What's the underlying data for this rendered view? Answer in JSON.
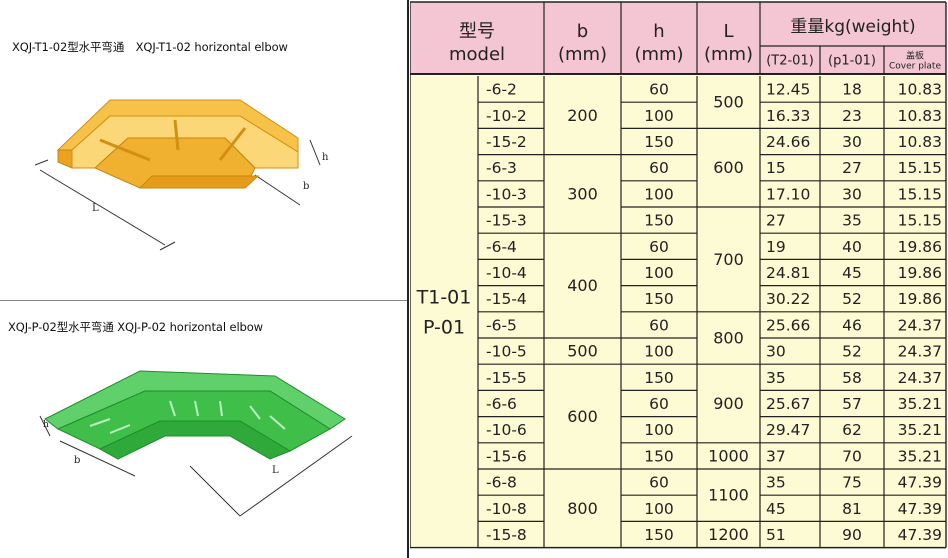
{
  "captions": {
    "elbow1": "XQJ-T1-02型水平弯通　XQJ-T1-02 horizontal elbow",
    "elbow2": "XQJ-P-02型水平弯通 XQJ-P-02 horizontal elbow"
  },
  "drawing_labels": {
    "h": "h",
    "b": "b",
    "L": "L"
  },
  "colors": {
    "header_bg": "#f4c6d4",
    "body_bg": "#fdfbd4",
    "tray1": "#f2b53a",
    "tray2": "#3fbf4a",
    "grid": "#222222"
  },
  "header": {
    "model_cn": "型号",
    "model_en": "model",
    "b": "b",
    "h": "h",
    "L": "L",
    "unit": "(mm)",
    "weight": "重量kg(weight)",
    "sub": [
      "(T2-01)",
      "(p1-01)"
    ],
    "cover_cn": "盖板",
    "cover_en": "Cover plate"
  },
  "series": [
    "T1-01",
    "P-01"
  ],
  "rows": [
    {
      "code": "-6-2",
      "h": "60",
      "t2": "12.45",
      "p1": "18",
      "cover": "10.83"
    },
    {
      "code": "-10-2",
      "h": "100",
      "t2": "16.33",
      "p1": "23",
      "cover": "10.83"
    },
    {
      "code": "-15-2",
      "h": "150",
      "t2": "24.66",
      "p1": "30",
      "cover": "10.83"
    },
    {
      "code": "-6-3",
      "h": "60",
      "t2": "15",
      "p1": "27",
      "cover": "15.15"
    },
    {
      "code": "-10-3",
      "h": "100",
      "t2": "17.10",
      "p1": "30",
      "cover": "15.15"
    },
    {
      "code": "-15-3",
      "h": "150",
      "t2": "27",
      "p1": "35",
      "cover": "15.15"
    },
    {
      "code": "-6-4",
      "h": "60",
      "t2": "19",
      "p1": "40",
      "cover": "19.86"
    },
    {
      "code": "-10-4",
      "h": "100",
      "t2": "24.81",
      "p1": "45",
      "cover": "19.86"
    },
    {
      "code": "-15-4",
      "h": "150",
      "t2": "30.22",
      "p1": "52",
      "cover": "19.86"
    },
    {
      "code": "-6-5",
      "h": "60",
      "t2": "25.66",
      "p1": "46",
      "cover": "24.37"
    },
    {
      "code": "-10-5",
      "h": "100",
      "t2": "30",
      "p1": "52",
      "cover": "24.37"
    },
    {
      "code": "-15-5",
      "h": "150",
      "t2": "35",
      "p1": "58",
      "cover": "24.37"
    },
    {
      "code": "-6-6",
      "h": "60",
      "t2": "25.67",
      "p1": "57",
      "cover": "35.21"
    },
    {
      "code": "-10-6",
      "h": "100",
      "t2": "29.47",
      "p1": "62",
      "cover": "35.21"
    },
    {
      "code": "-15-6",
      "h": "150",
      "t2": "37",
      "p1": "70",
      "cover": "35.21"
    },
    {
      "code": "-6-8",
      "h": "60",
      "t2": "35",
      "p1": "75",
      "cover": "47.39"
    },
    {
      "code": "-10-8",
      "h": "100",
      "t2": "45",
      "p1": "81",
      "cover": "47.39"
    },
    {
      "code": "-15-8",
      "h": "150",
      "t2": "51",
      "p1": "90",
      "cover": "47.39"
    }
  ],
  "b_groups": [
    {
      "value": "200",
      "start": 0,
      "end": 2
    },
    {
      "value": "300",
      "start": 3,
      "end": 5
    },
    {
      "value": "400",
      "start": 6,
      "end": 9
    },
    {
      "value": "500",
      "start": 10,
      "end": 10
    },
    {
      "value": "600",
      "start": 11,
      "end": 14
    },
    {
      "value": "800",
      "start": 15,
      "end": 17
    }
  ],
  "L_groups": [
    {
      "value": "500",
      "start": 0,
      "end": 1
    },
    {
      "value": "600",
      "start": 2,
      "end": 4
    },
    {
      "value": "700",
      "start": 5,
      "end": 8
    },
    {
      "value": "800",
      "start": 9,
      "end": 10
    },
    {
      "value": "900",
      "start": 11,
      "end": 13
    },
    {
      "value": "1000",
      "start": 14,
      "end": 14
    },
    {
      "value": "1100",
      "start": 15,
      "end": 16
    },
    {
      "value": "1200",
      "start": 17,
      "end": 17
    }
  ]
}
